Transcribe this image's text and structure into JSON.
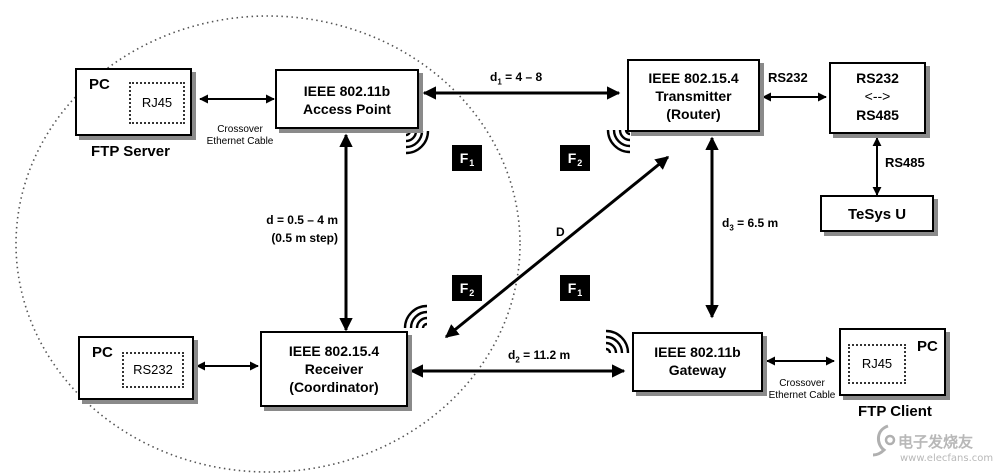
{
  "nodes": {
    "pc_server": {
      "title": "PC",
      "port": "RJ45",
      "caption": "FTP Server"
    },
    "access_point": {
      "line1": "IEEE 802.11b",
      "line2": "Access Point"
    },
    "transmitter": {
      "line1": "IEEE 802.15.4",
      "line2": "Transmitter",
      "line3": "(Router)"
    },
    "converter": {
      "line1": "RS232",
      "line2": "<-->",
      "line3": "RS485"
    },
    "tesys": {
      "label": "TeSys U"
    },
    "pc_coordinator": {
      "title": "PC",
      "port": "RS232"
    },
    "receiver": {
      "line1": "IEEE 802.15.4",
      "line2": "Receiver",
      "line3": "(Coordinator)"
    },
    "gateway": {
      "line1": "IEEE 802.11b",
      "line2": "Gateway"
    },
    "pc_client": {
      "title": "PC",
      "port": "RJ45",
      "caption": "FTP Client"
    }
  },
  "links": {
    "crossover_top": {
      "line1": "Crossover",
      "line2": "Ethernet Cable"
    },
    "crossover_bottom": {
      "line1": "Crossover",
      "line2": "Ethernet Cable"
    },
    "rs232": "RS232",
    "rs485": "RS485",
    "d1": {
      "base": "d",
      "sub": "1",
      "rest": " = 4 – 8"
    },
    "d2": {
      "base": "d",
      "sub": "2",
      "rest": " = 11.2 m"
    },
    "d3": {
      "base": "d",
      "sub": "3",
      "rest": " = 6.5 m"
    },
    "d": {
      "line1": "d = 0.5 – 4 m",
      "line2": "(0.5 m step)"
    },
    "D": "D"
  },
  "frequency_tags": [
    {
      "base": "F",
      "sub": "1"
    },
    {
      "base": "F",
      "sub": "2"
    },
    {
      "base": "F",
      "sub": "2"
    },
    {
      "base": "F",
      "sub": "1"
    }
  ],
  "watermark": {
    "logo_text": "电子发烧友",
    "url": "www.elecfans.com"
  }
}
